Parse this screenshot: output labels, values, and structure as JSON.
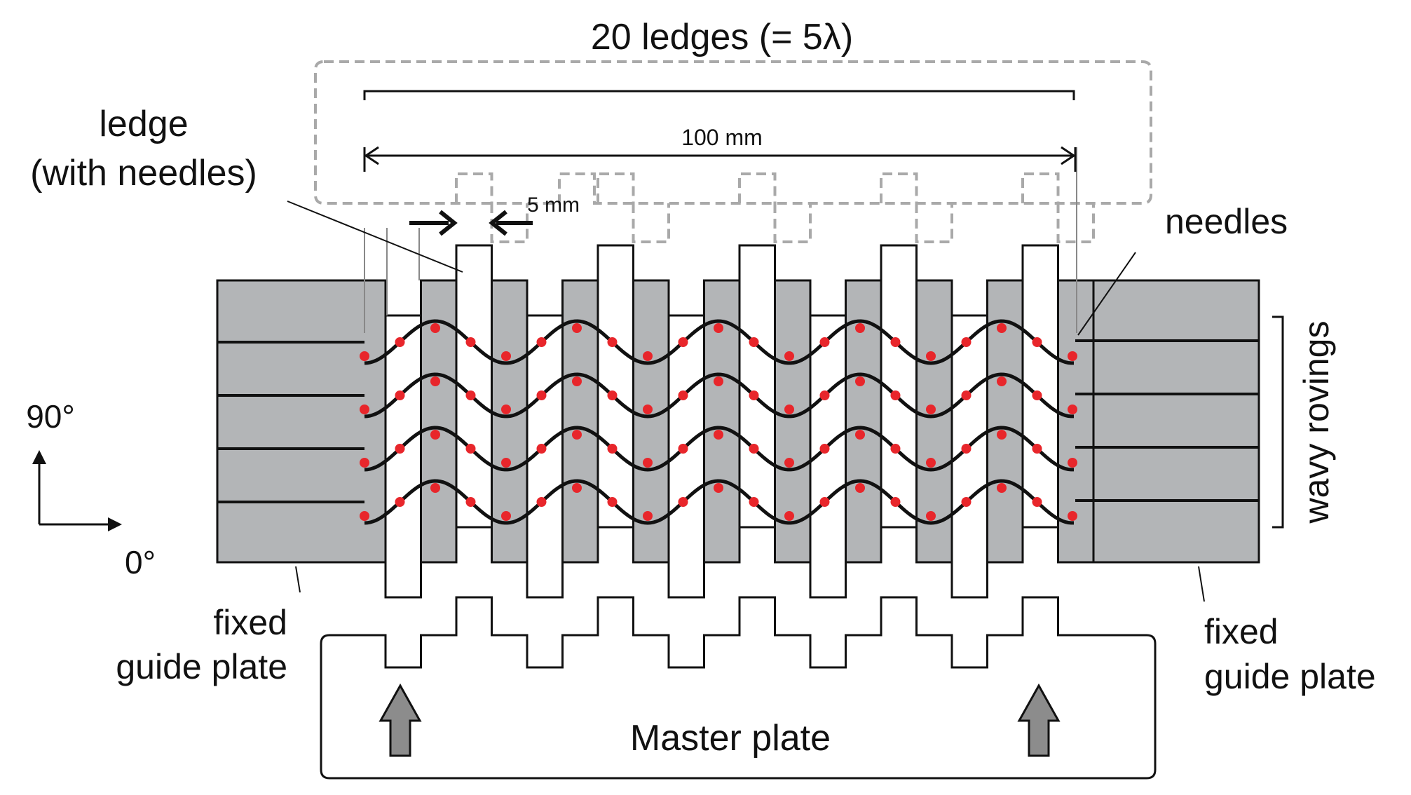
{
  "labels": {
    "title": "20 ledges (= 5λ)",
    "dimension_total": "100 mm",
    "dimension_ledge": "5 mm",
    "ledge_line1": "ledge",
    "ledge_line2": "(with needles)",
    "needles": "needles",
    "wavy_rovings": "wavy rovings",
    "axis_90": "90°",
    "axis_0": "0°",
    "fixed_left_line1": "fixed",
    "fixed_left_line2": "guide plate",
    "fixed_right_line1": "fixed",
    "fixed_right_line2": "guide plate",
    "master_plate": "Master plate"
  },
  "colors": {
    "plate_gray": "#b3b5b7",
    "needle_red": "#e8262b",
    "line_black": "#111111",
    "dashed_gray": "#a9a9a9",
    "arrow_gray": "#8c8c8c"
  }
}
